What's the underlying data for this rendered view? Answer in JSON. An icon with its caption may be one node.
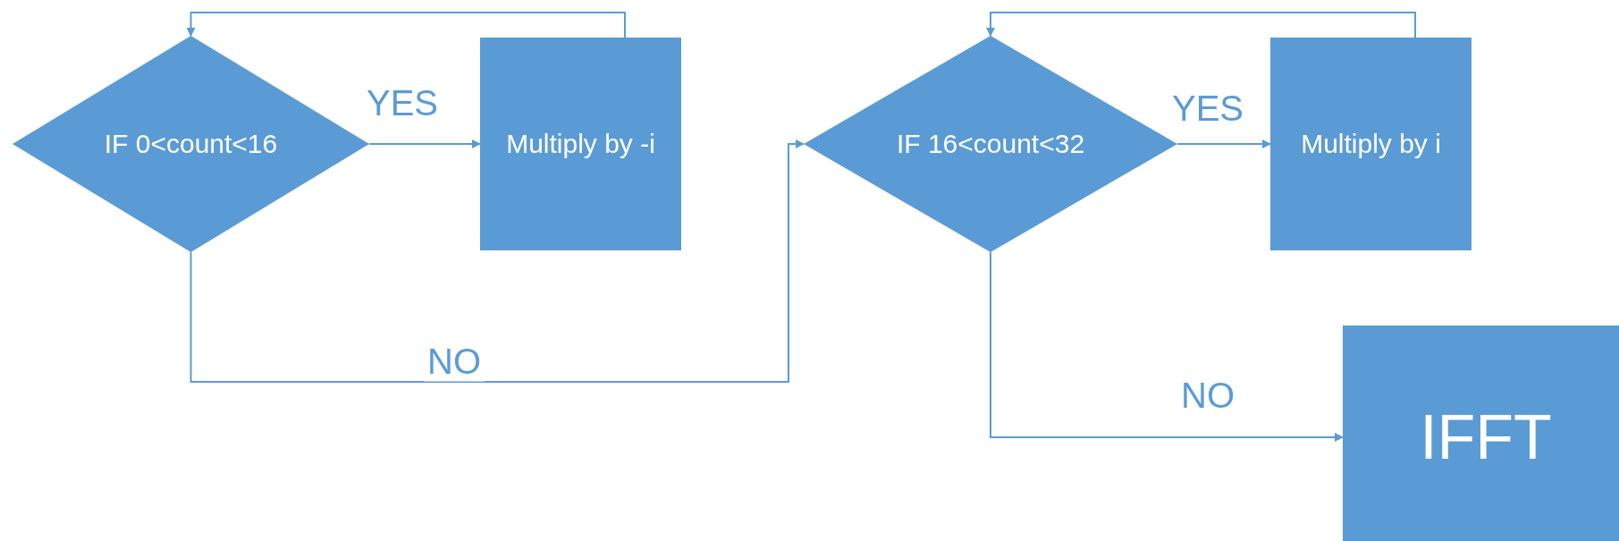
{
  "diagram": {
    "nodes": [
      {
        "text": [
          "IF 0<count<16"
        ]
      },
      {
        "text": [
          "Multiply by -i"
        ]
      },
      {
        "text": [
          "IF 16<count<32"
        ]
      },
      {
        "text": [
          "Multiply by i"
        ]
      },
      {
        "text": [
          "IFFT"
        ]
      }
    ],
    "edges": [
      {
        "from": 0,
        "to": 1,
        "arrow": "to",
        "label": "YES"
      },
      {
        "from": 1,
        "to": 0,
        "arrow": "to"
      },
      {
        "from": 0,
        "to": 2,
        "arrow": "to",
        "label": "NO"
      },
      {
        "from": 2,
        "to": 3,
        "arrow": "to",
        "label": "YES"
      },
      {
        "from": 3,
        "to": 2,
        "arrow": "to"
      },
      {
        "from": 2,
        "to": 4,
        "arrow": "to",
        "label": "NO"
      }
    ]
  }
}
